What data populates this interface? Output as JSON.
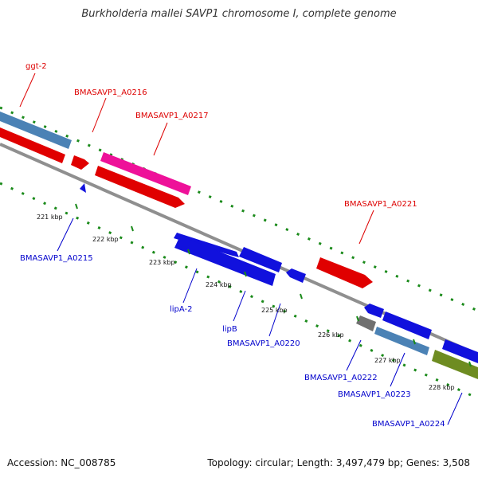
{
  "title": "Burkholderia mallei SAVP1 chromosome I, complete genome",
  "footer": {
    "accession": "Accession: NC_008785",
    "summary": "Topology: circular; Length: 3,497,479 bp; Genes: 3,508"
  },
  "colors": {
    "forward_label": "#dd0000",
    "reverse_label": "#0000cc",
    "backbone": "#8c8c8c",
    "dots": "#1a8a1a"
  },
  "scale_labels": [
    "221 kbp",
    "222 kbp",
    "223 kbp",
    "224 kbp",
    "225 kbp",
    "226 kbp",
    "227 kbp",
    "228 kbp"
  ],
  "forward_labels": [
    "ggt-2",
    "BMASAVP1_A0216",
    "BMASAVP1_A0217",
    "BMASAVP1_A0221"
  ],
  "reverse_labels": [
    "BMASAVP1_A0215",
    "lipA-2",
    "lipB",
    "BMASAVP1_A0220",
    "BMASAVP1_A0222",
    "BMASAVP1_A0223",
    "BMASAVP1_A0224"
  ]
}
